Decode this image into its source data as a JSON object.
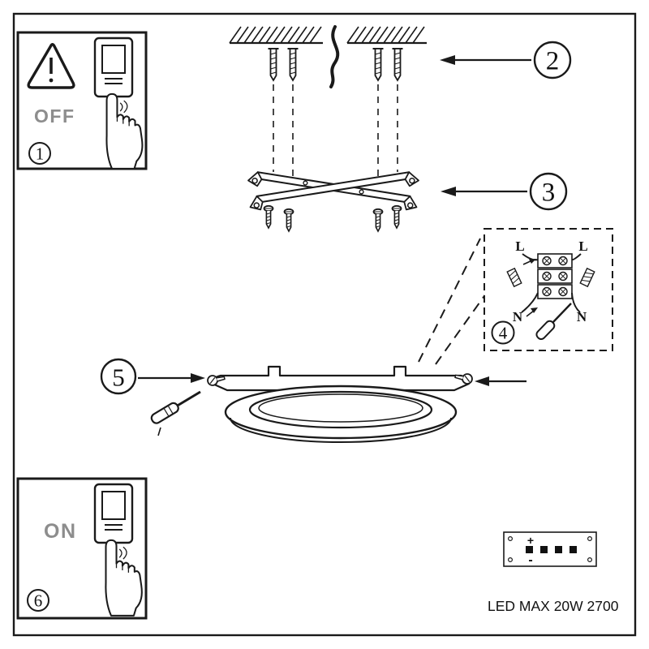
{
  "steps": {
    "s1": "1",
    "s2": "2",
    "s3": "3",
    "s4": "4",
    "s5": "5",
    "s6": "6"
  },
  "power_off_panel": {
    "label": "OFF"
  },
  "power_on_panel": {
    "label": "ON"
  },
  "wiring_detail": {
    "l_left": "L",
    "l_right": "L",
    "n_left": "N",
    "n_right": "N"
  },
  "led_driver": {
    "plus": "+",
    "minus": "-"
  },
  "footer": {
    "model": "LED MAX 20W 2700"
  },
  "colors": {
    "line": "#1a1a1a",
    "muted_label": "#8d8d8d",
    "background": "#ffffff"
  }
}
